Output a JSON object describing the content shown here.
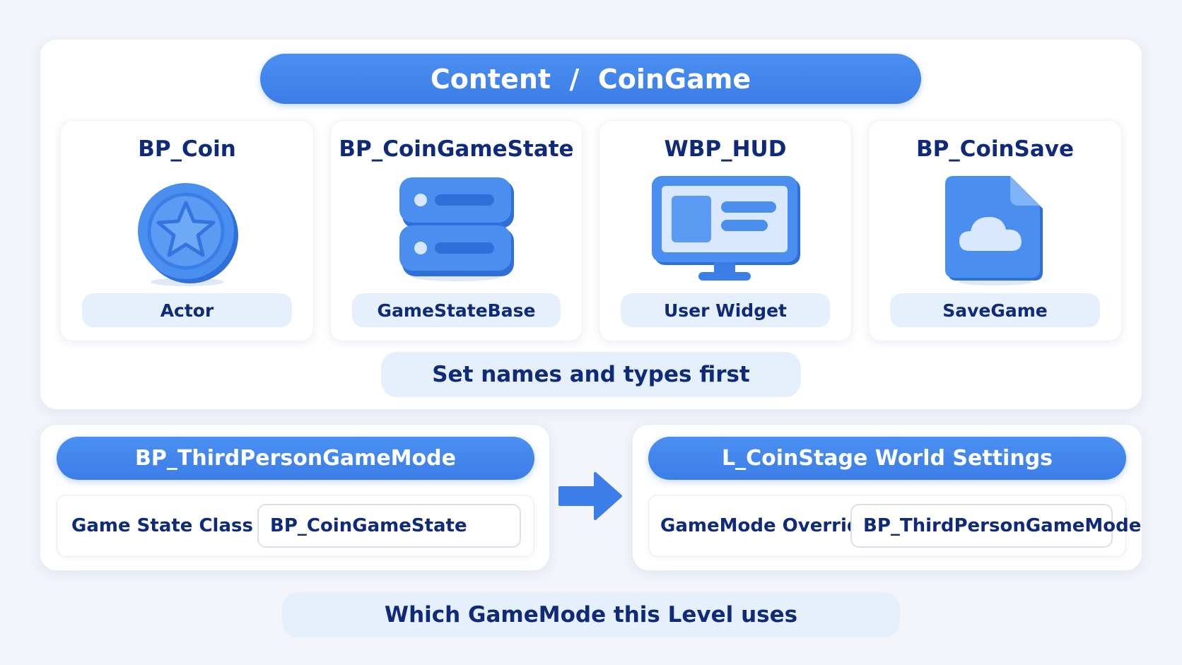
{
  "header": {
    "title": "Content  /  CoinGame"
  },
  "assets": [
    {
      "name": "BP_Coin",
      "type": "Actor",
      "icon": "coin-star-icon"
    },
    {
      "name": "BP_CoinGameState",
      "type": "GameStateBase",
      "icon": "server-stack-icon"
    },
    {
      "name": "WBP_HUD",
      "type": "User Widget",
      "icon": "monitor-widget-icon"
    },
    {
      "name": "BP_CoinSave",
      "type": "SaveGame",
      "icon": "cloud-file-icon"
    }
  ],
  "note_top": "Set names and types first",
  "left_panel": {
    "title": "BP_ThirdPersonGameMode",
    "label": "Game State Class",
    "value": "BP_CoinGameState"
  },
  "right_panel": {
    "title": "L_CoinStage World Settings",
    "label": "GameMode Override",
    "value": "BP_ThirdPersonGameMode"
  },
  "note_bottom": "Which GameMode this Level uses",
  "colors": {
    "accent": "#3b7ee8",
    "text": "#0f2a78",
    "pill_light": "#e6f0fd",
    "background": "#f3f5fa"
  }
}
